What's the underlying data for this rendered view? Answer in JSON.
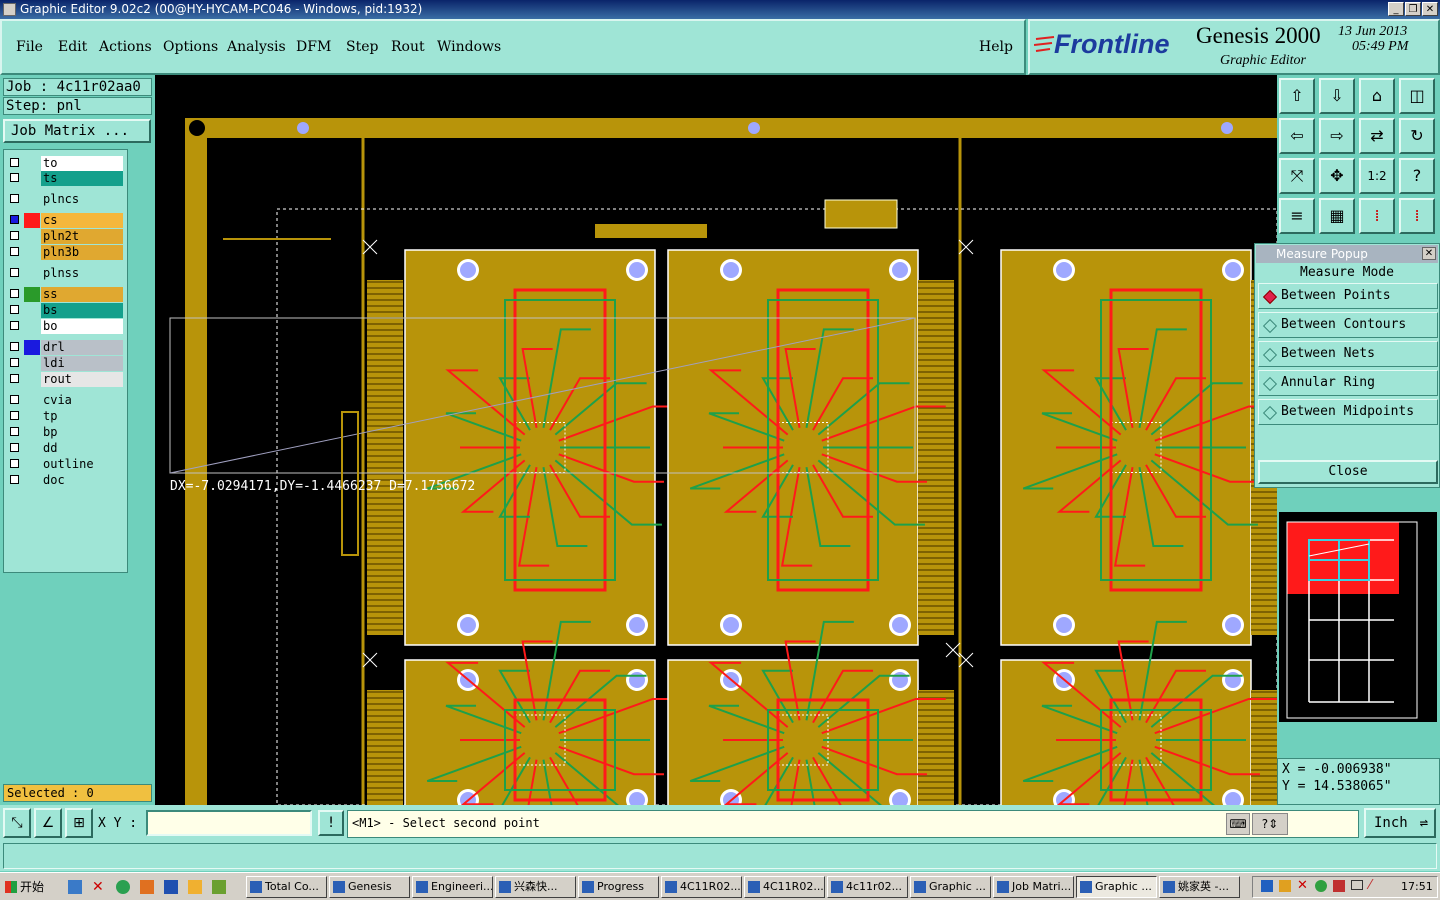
{
  "window": {
    "title": "Graphic Editor 9.02c2 (00@HY-HYCAM-PC046 - Windows, pid:1932)"
  },
  "menu": [
    "File",
    "Edit",
    "Actions",
    "Options",
    "Analysis",
    "DFM",
    "Step",
    "Rout",
    "Windows"
  ],
  "help": "Help",
  "brand": {
    "logo": "Frontline",
    "product": "Genesis 2000",
    "subtitle": "Graphic Editor",
    "date": "13 Jun 2013",
    "time": "05:49 PM"
  },
  "job": {
    "job_label": "Job : 4c11r02aa0",
    "step_label": "Step: pnl",
    "matrix_button": "Job Matrix ..."
  },
  "layers": [
    {
      "name": "to",
      "color": "#ffffff"
    },
    {
      "name": "ts",
      "color": "#14a08c"
    },
    {
      "name": "plncs",
      "color": "#9fe5d6"
    },
    {
      "name": "cs",
      "color": "#f5b73c"
    },
    {
      "name": "pln2t",
      "color": "#e0a830"
    },
    {
      "name": "pln3b",
      "color": "#e0a830"
    },
    {
      "name": "plnss",
      "color": "#9fe5d6"
    },
    {
      "name": "ss",
      "color": "#e0a830"
    },
    {
      "name": "bs",
      "color": "#14a08c"
    },
    {
      "name": "bo",
      "color": "#ffffff"
    },
    {
      "name": "drl",
      "color": "#b9c0c8"
    },
    {
      "name": "ldi",
      "color": "#b9c0c8"
    },
    {
      "name": "rout",
      "color": "#e6e6e6"
    },
    {
      "name": "cvia",
      "color": "#9fe5d6"
    },
    {
      "name": "tp",
      "color": "#9fe5d6"
    },
    {
      "name": "bp",
      "color": "#9fe5d6"
    },
    {
      "name": "dd",
      "color": "#9fe5d6"
    },
    {
      "name": "outline",
      "color": "#9fe5d6"
    },
    {
      "name": "doc",
      "color": "#9fe5d6"
    }
  ],
  "selected": "Selected : 0",
  "canvas": {
    "measure_text": "DX=-7.0294171,DY=-1.4466237 D=7.1756672"
  },
  "measure_popup": {
    "title": "Measure Popup",
    "mode_label": "Measure Mode",
    "options": [
      "Between Points",
      "Between Contours",
      "Between Nets",
      "Annular Ring",
      "Between Midpoints"
    ],
    "selected": "Between Points",
    "close": "Close"
  },
  "coords": {
    "x": "X = -0.006938\"",
    "y": "Y = 14.538065\""
  },
  "command": {
    "xy_label": "X Y :",
    "input_value": "",
    "prompt": "<M1> - Select second point",
    "units": "Inch"
  },
  "taskbar": {
    "start": "开始",
    "tasks": [
      "Total Co...",
      "Genesis",
      "Engineeri...",
      "兴森快...",
      "Progress",
      "4C11R02...",
      "4C11R02...",
      "4c11r02...",
      "Graphic ...",
      "Job Matri...",
      "Graphic ...",
      "姚家英 -..."
    ],
    "clock": "17:51"
  },
  "colors": {
    "board": "#b8940a",
    "trace_red": "#ff1a1a",
    "trace_green": "#1ea04a",
    "panel_bg": "#000000",
    "ui_teal": "#9fe5d6"
  }
}
